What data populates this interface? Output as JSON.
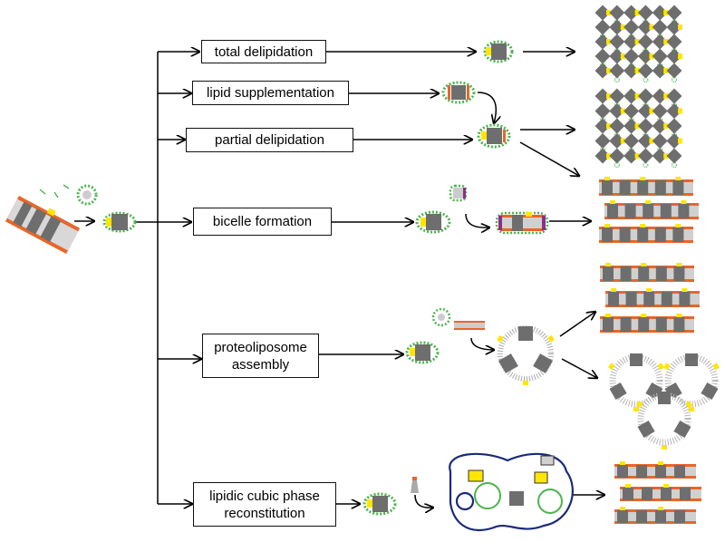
{
  "diagram": {
    "methods": [
      {
        "id": "total",
        "label": "total delipidation"
      },
      {
        "id": "supplement",
        "label": "lipid supplementation"
      },
      {
        "id": "partial",
        "label": "partial delipidation"
      },
      {
        "id": "bicelle",
        "label": "bicelle formation"
      },
      {
        "id": "proteoliposome",
        "line1": "proteoliposome",
        "line2": "assembly"
      },
      {
        "id": "cubic",
        "line1": "lipidic cubic phase",
        "line2": "reconstitution"
      }
    ]
  },
  "colors": {
    "protein": "#6e6e6e",
    "lipid_head": "#e8662a",
    "detergent": "#4db34d",
    "yellow_tag": "#ffe600",
    "bicelle_lipid": "#8a2f8a",
    "cubic_outline": "#1a2a7a",
    "line": "#000000"
  }
}
